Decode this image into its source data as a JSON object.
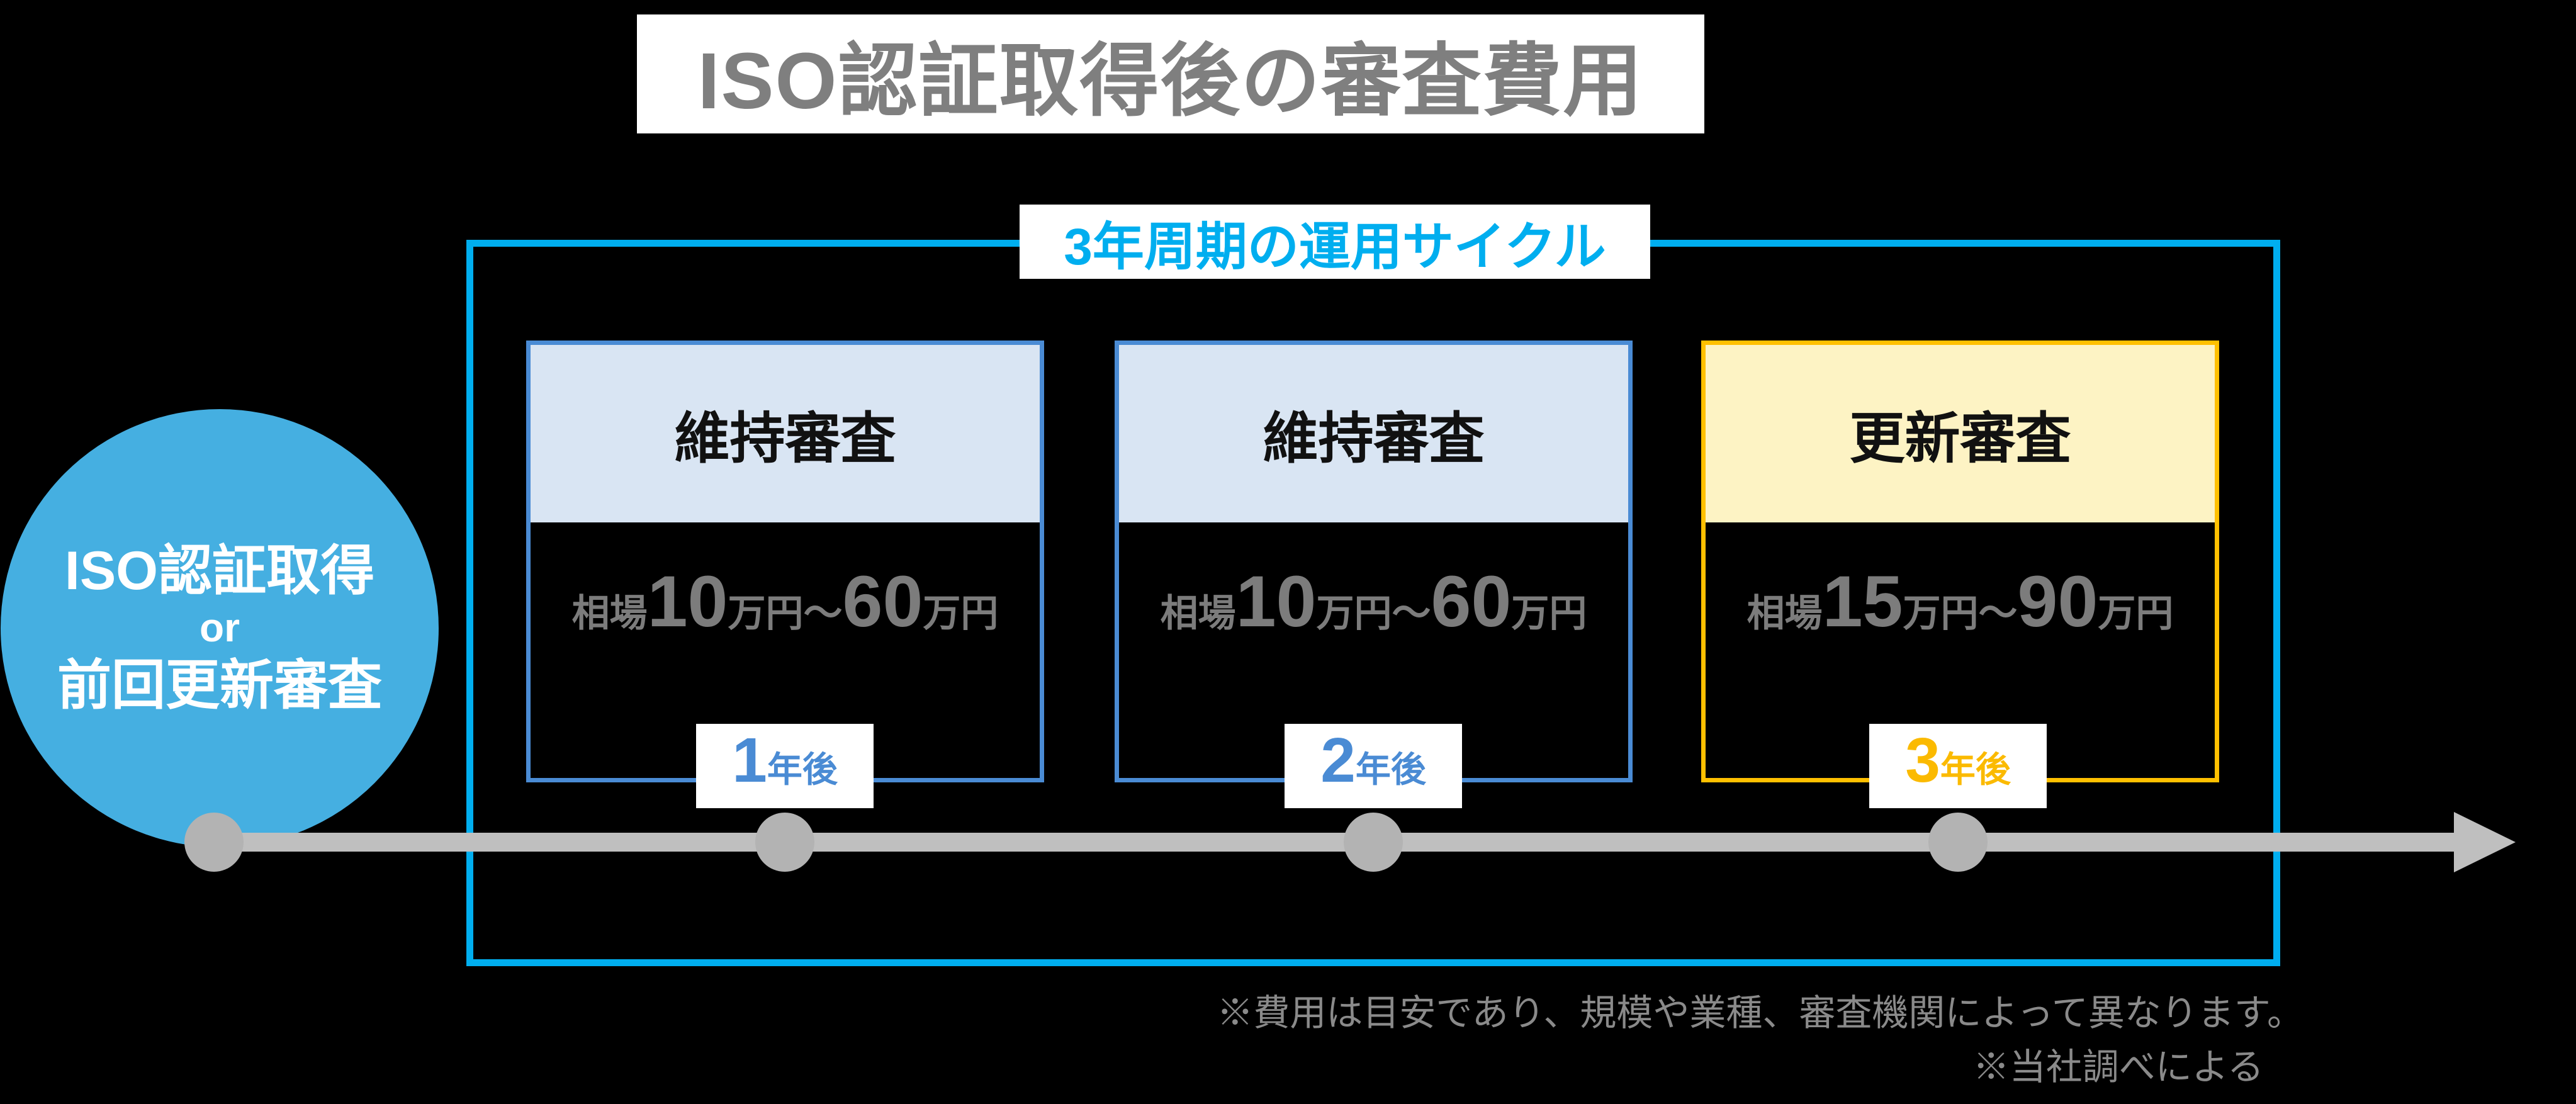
{
  "page": {
    "background": "#000000"
  },
  "title": {
    "text": "ISO認証取得後の審査費用",
    "text_color": "#7F7F7F",
    "bg": "#FFFFFF"
  },
  "cycle": {
    "label": "3年周期の運用サイクル",
    "accent_color": "#00AEEF"
  },
  "start_circle": {
    "line1": "ISO認証取得",
    "line2": "or",
    "line3": "前回更新審査",
    "bg": "#45AFE1",
    "text_color": "#FFFFFF"
  },
  "boxes": [
    {
      "title": "維持審査",
      "price": {
        "prefix": "相場",
        "min": "10",
        "sep": "～",
        "max": "60",
        "unit": "万円"
      },
      "year": {
        "num": "1",
        "suffix": "年後"
      },
      "theme": {
        "border": "#4A8BD4",
        "header_bg": "#D9E5F3",
        "year_color": "#4A8BD4"
      }
    },
    {
      "title": "維持審査",
      "price": {
        "prefix": "相場",
        "min": "10",
        "sep": "～",
        "max": "60",
        "unit": "万円"
      },
      "year": {
        "num": "2",
        "suffix": "年後"
      },
      "theme": {
        "border": "#4A8BD4",
        "header_bg": "#D9E5F3",
        "year_color": "#4A8BD4"
      }
    },
    {
      "title": "更新審査",
      "price": {
        "prefix": "相場",
        "min": "15",
        "sep": "～",
        "max": "90",
        "unit": "万円"
      },
      "year": {
        "num": "3",
        "suffix": "年後"
      },
      "theme": {
        "border": "#FFC000",
        "header_bg": "#FDF3C4",
        "year_color": "#FBBA00"
      }
    }
  ],
  "timeline": {
    "line_color": "#BFBFBF",
    "dot_color": "#B3B3B3",
    "dot_count": 4
  },
  "price_text_color": "#7C7C7C",
  "notes": {
    "line1": "※費用は目安であり、規模や業種、審査機関によって異なります。",
    "line2": "※当社調べによる",
    "color": "#8A8A8A"
  }
}
